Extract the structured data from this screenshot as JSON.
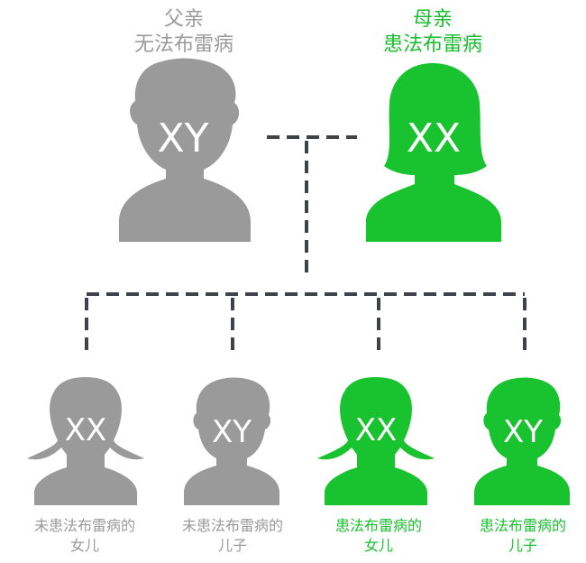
{
  "colors": {
    "unaffected": "#9a9a9a",
    "affected": "#19c22f",
    "connector": "#3f4349",
    "chromosome_text": "#ffffff"
  },
  "father": {
    "title": "父亲",
    "status": "无法布雷病",
    "chromosomes": "XY",
    "icon": "male-silhouette-icon"
  },
  "mother": {
    "title": "母亲",
    "status": "患法布雷病",
    "chromosomes": "XX",
    "icon": "female-silhouette-icon"
  },
  "children": [
    {
      "chromosomes": "XX",
      "line1": "未患法布雷病的",
      "line2": "女儿",
      "icon": "female-child-silhouette-icon"
    },
    {
      "chromosomes": "XY",
      "line1": "未患法布雷病的",
      "line2": "儿子",
      "icon": "male-child-silhouette-icon"
    },
    {
      "chromosomes": "XX",
      "line1": "患法布雷病的",
      "line2": "女儿",
      "icon": "female-child-silhouette-icon"
    },
    {
      "chromosomes": "XY",
      "line1": "患法布雷病的",
      "line2": "儿子",
      "icon": "male-child-silhouette-icon"
    }
  ]
}
